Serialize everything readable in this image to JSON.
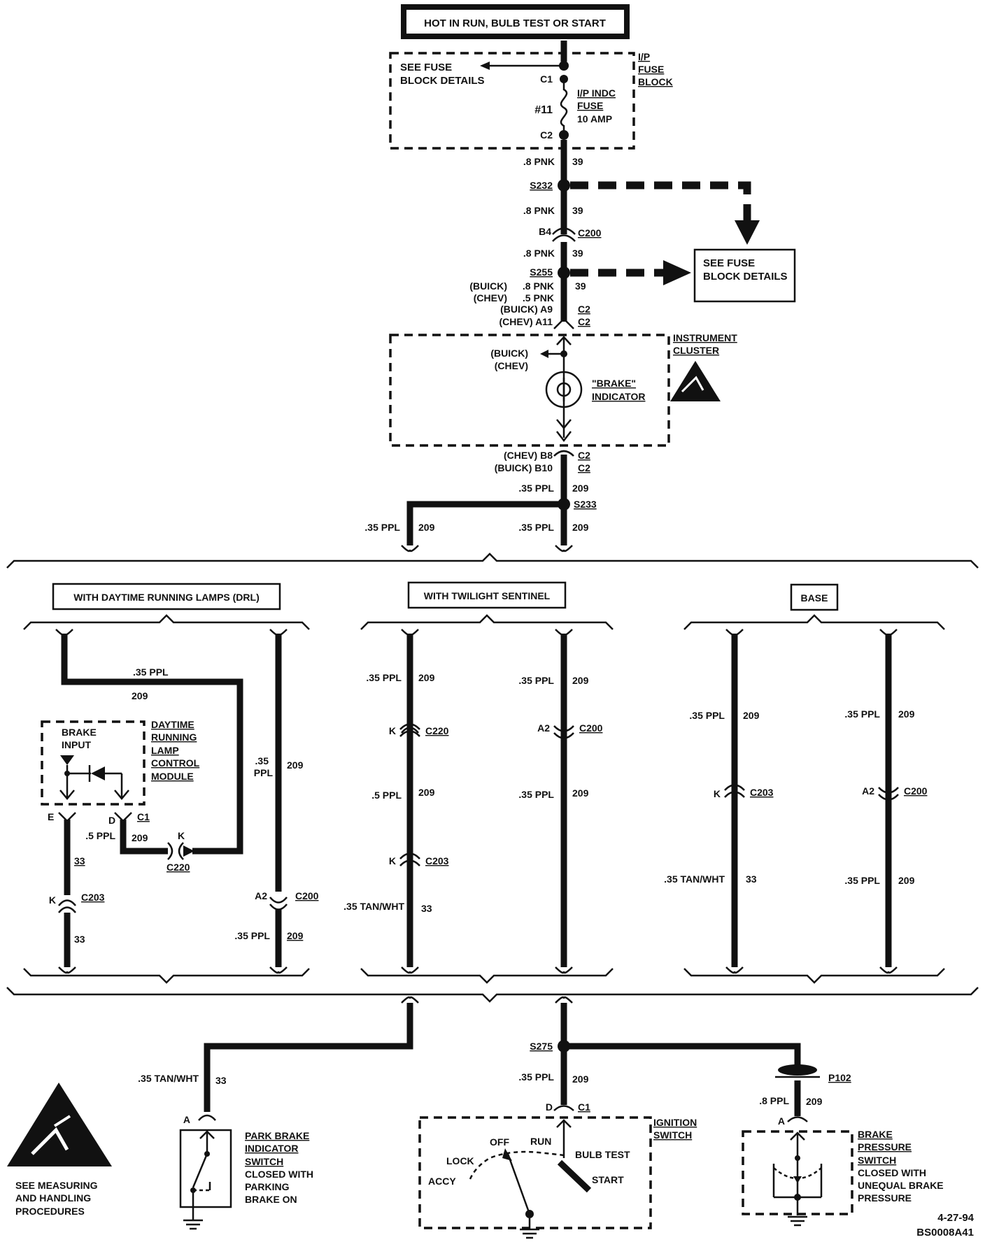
{
  "header": {
    "title": "HOT IN RUN, BULB TEST OR START"
  },
  "fuse_block": {
    "see_details": [
      "SEE FUSE",
      "BLOCK DETAILS"
    ],
    "c1": "C1",
    "c2": "C2",
    "num": "#11",
    "fuse_label": [
      "I/P INDC",
      "FUSE",
      "10 AMP"
    ],
    "block_label": [
      "I/P",
      "FUSE",
      "BLOCK"
    ]
  },
  "main_wire": {
    "w1": ".8 PNK",
    "c1": "39",
    "s232": "S232",
    "w2": ".8 PNK",
    "c2": "39",
    "b4": "B4",
    "c200": "C200",
    "w3": ".8 PNK",
    "c3": "39",
    "s255": "S255",
    "buick": "(BUICK)",
    "chev": "(CHEV)",
    "w4a": ".8 PNK",
    "w4b": ".5 PNK",
    "c4": "39",
    "buick_a9": "(BUICK) A9",
    "chev_a11": "(CHEV) A11",
    "c2a": "C2",
    "c2b": "C2"
  },
  "fuse_details_right": [
    "SEE FUSE",
    "BLOCK DETAILS"
  ],
  "cluster": {
    "label": [
      "INSTRUMENT",
      "CLUSTER"
    ],
    "buick": "(BUICK)",
    "chev": "(CHEV)",
    "indicator": [
      "\"BRAKE\"",
      "INDICATOR"
    ],
    "chev_b8": "(CHEV) B8",
    "buick_b10": "(BUICK) B10",
    "c2a": "C2",
    "c2b": "C2",
    "w5": ".35 PPL",
    "c5": "209",
    "s233": "S233",
    "w6": ".35 PPL",
    "c6": "209",
    "w7": ".35 PPL",
    "c7": "209"
  },
  "drl": {
    "title": "WITH DAYTIME RUNNING LAMPS (DRL)",
    "top_wire": ".35 PPL",
    "top_circ": "209",
    "brake_input": [
      "BRAKE",
      "INPUT"
    ],
    "module": [
      "DAYTIME",
      "RUNNING",
      "LAMP",
      "CONTROL",
      "MODULE"
    ],
    "e": "E",
    "d": "D",
    "c1": "C1",
    "w_mid": ".5 PPL",
    "c_mid": "209",
    "k1": "K",
    "c220": "C220",
    "c33a": "33",
    "k2": "K",
    "c203": "C203",
    "c33b": "33",
    "right_w": [
      ".35",
      "PPL"
    ],
    "right_c": "209",
    "a2": "A2",
    "c200": "C200",
    "bot_w": ".35 PPL",
    "bot_c": "209"
  },
  "twilight": {
    "title": "WITH TWILIGHT SENTINEL",
    "l_w1": ".35 PPL",
    "l_c1": "209",
    "k1": "K",
    "c220": "C220",
    "l_w2": ".5 PPL",
    "l_c2": "209",
    "k2": "K",
    "c203": "C203",
    "l_w3": ".35 TAN/WHT",
    "l_c3": "33",
    "r_w1": ".35 PPL",
    "r_c1": "209",
    "a2": "A2",
    "c200": "C200",
    "r_w2": ".35 PPL",
    "r_c2": "209"
  },
  "base": {
    "title": "BASE",
    "l_w1": ".35 PPL",
    "l_c1": "209",
    "k": "K",
    "c203": "C203",
    "l_w2": ".35 TAN/WHT",
    "l_c2": "33",
    "r_w1": ".35 PPL",
    "r_c1": "209",
    "a2": "A2",
    "c200": "C200",
    "r_w2": ".35 PPL",
    "r_c2": "209"
  },
  "bottom": {
    "l_wire": ".35 TAN/WHT",
    "l_circ": "33",
    "s275": "S275",
    "m_wire": ".35 PPL",
    "m_circ": "209",
    "d": "D",
    "c1": "C1",
    "p102": "P102",
    "r_wire": ".8 PPL",
    "r_circ": "209",
    "a_left": "A",
    "a_right": "A",
    "park_switch": [
      "PARK BRAKE",
      "INDICATOR",
      "SWITCH",
      "CLOSED WITH",
      "PARKING",
      "BRAKE ON"
    ],
    "ignition": [
      "IGNITION",
      "SWITCH"
    ],
    "ign_pos": {
      "off": "OFF",
      "run": "RUN",
      "lock": "LOCK",
      "accy": "ACCY",
      "bulb": "BULB TEST",
      "start": "START"
    },
    "pressure_switch": [
      "BRAKE",
      "PRESSURE",
      "SWITCH",
      "CLOSED WITH",
      "UNEQUAL BRAKE",
      "PRESSURE"
    ],
    "esd_note": [
      "SEE MEASURING",
      "AND HANDLING",
      "PROCEDURES"
    ],
    "date": "4-27-94",
    "code": "BS0008A41"
  }
}
